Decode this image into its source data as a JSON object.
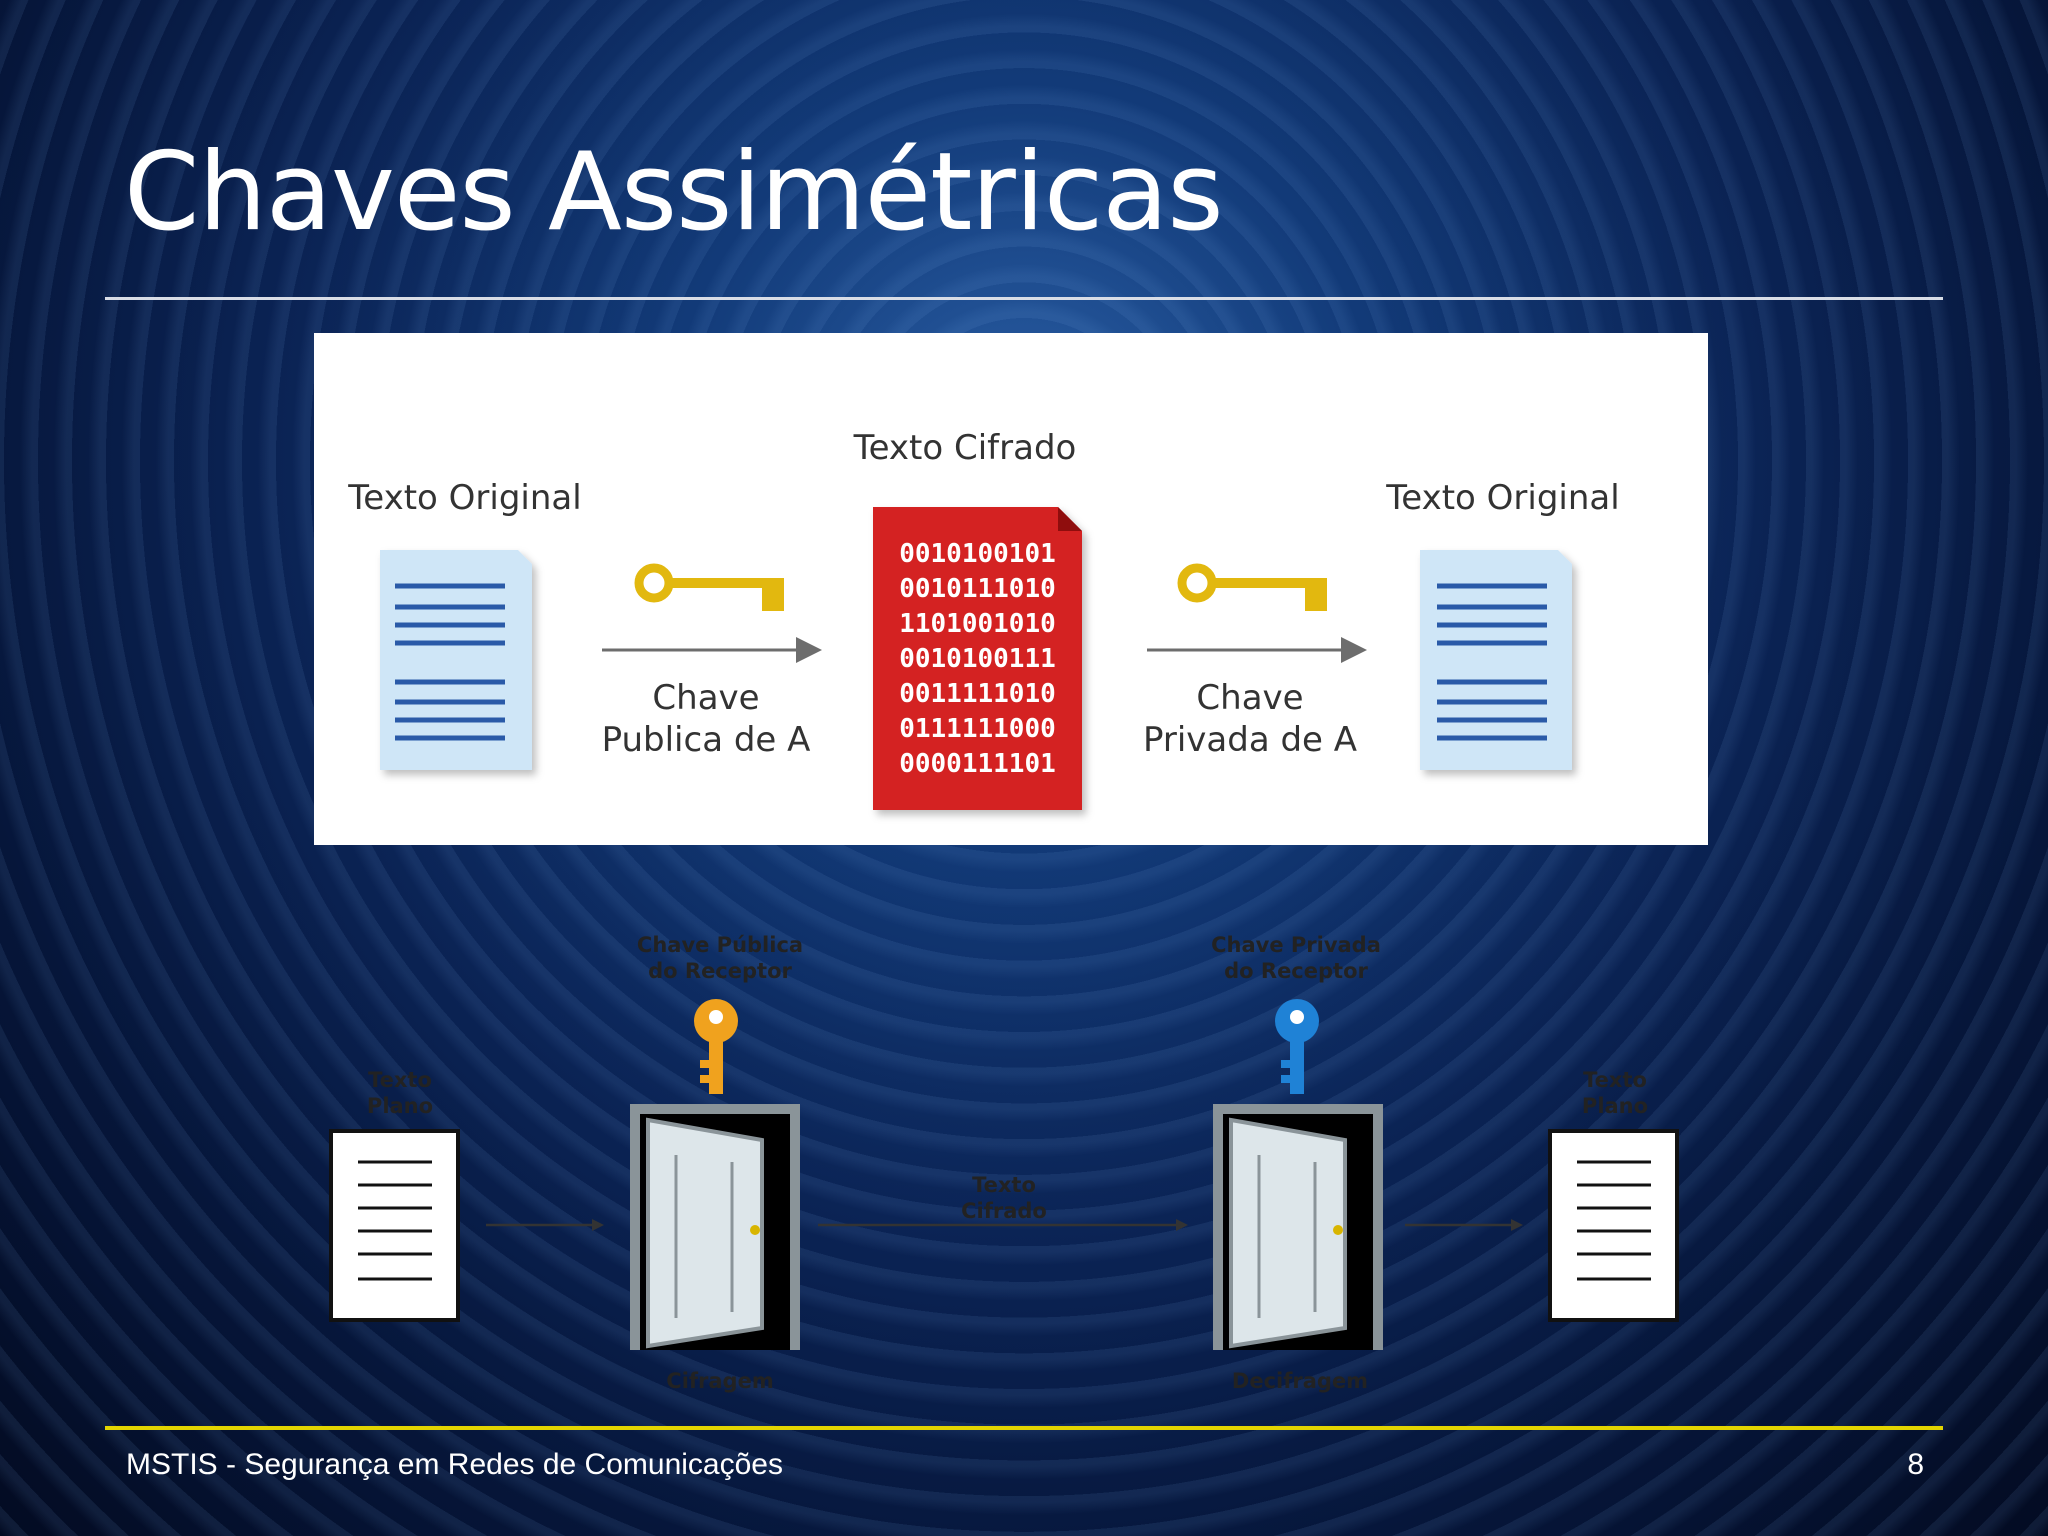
{
  "slide": {
    "title": "Chaves Assimétricas",
    "footer_text": "MSTIS - Segurança em Redes de Comunicações",
    "page_number": "8"
  },
  "diagram_top": {
    "left_doc_label": "Texto Original",
    "cipher_label": "Texto Cifrado",
    "right_doc_label": "Texto Original",
    "public_key_label_line1": "Chave",
    "public_key_label_line2": "Publica de A",
    "private_key_label_line1": "Chave",
    "private_key_label_line2": "Privada de A",
    "cipher_lines": [
      "0010100101",
      "0010111010",
      "1101001010",
      "0010100111",
      "0011111010",
      "0111111000",
      "0000111101"
    ]
  },
  "diagram_bottom": {
    "left_doc_label_line1": "Texto",
    "left_doc_label_line2": "Plano",
    "public_key_label_line1": "Chave Pública",
    "public_key_label_line2": "do Receptor",
    "middle_label_line1": "Texto",
    "middle_label_line2": "Cifrado",
    "private_key_label_line1": "Chave Privada",
    "private_key_label_line2": "do Receptor",
    "right_doc_label_line1": "Texto",
    "right_doc_label_line2": "Plano",
    "encrypt_label": "Cifragem",
    "decrypt_label": "Decifragem"
  },
  "colors": {
    "title_text": "#ffffff",
    "top_rule": "#d9dde6",
    "bottom_rule": "#e3d400",
    "cipher_doc": "#d42020",
    "doc_fill": "#cfe6f7",
    "doc_lines": "#2b5aa8",
    "gold_key": "#e2b80f",
    "orange_key": "#f0a21e",
    "blue_key": "#1f82d6"
  }
}
